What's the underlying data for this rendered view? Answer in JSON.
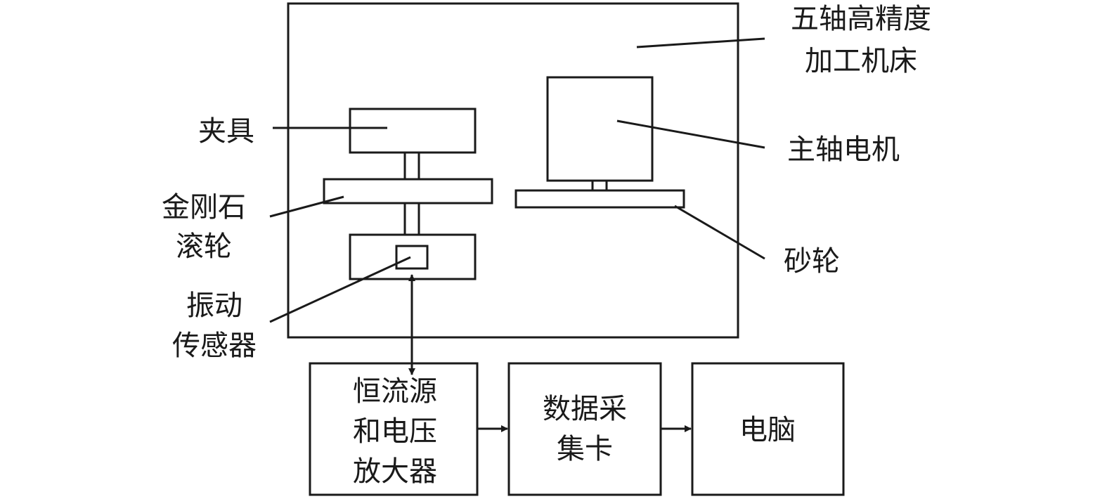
{
  "machine_label": [
    "五轴高精度",
    "加工机床"
  ],
  "fixture_label": [
    "夹具"
  ],
  "diamond_roller_label": [
    "金刚石",
    "滚轮"
  ],
  "sensor_label": [
    "振动",
    "传感器"
  ],
  "spindle_label": [
    "主轴电机"
  ],
  "wheel_label": [
    "砂轮"
  ],
  "amplifier_label": [
    "恒流源",
    "和电压",
    "放大器"
  ],
  "daq_label": [
    "数据采",
    "集卡"
  ],
  "computer_label": [
    "电脑"
  ]
}
